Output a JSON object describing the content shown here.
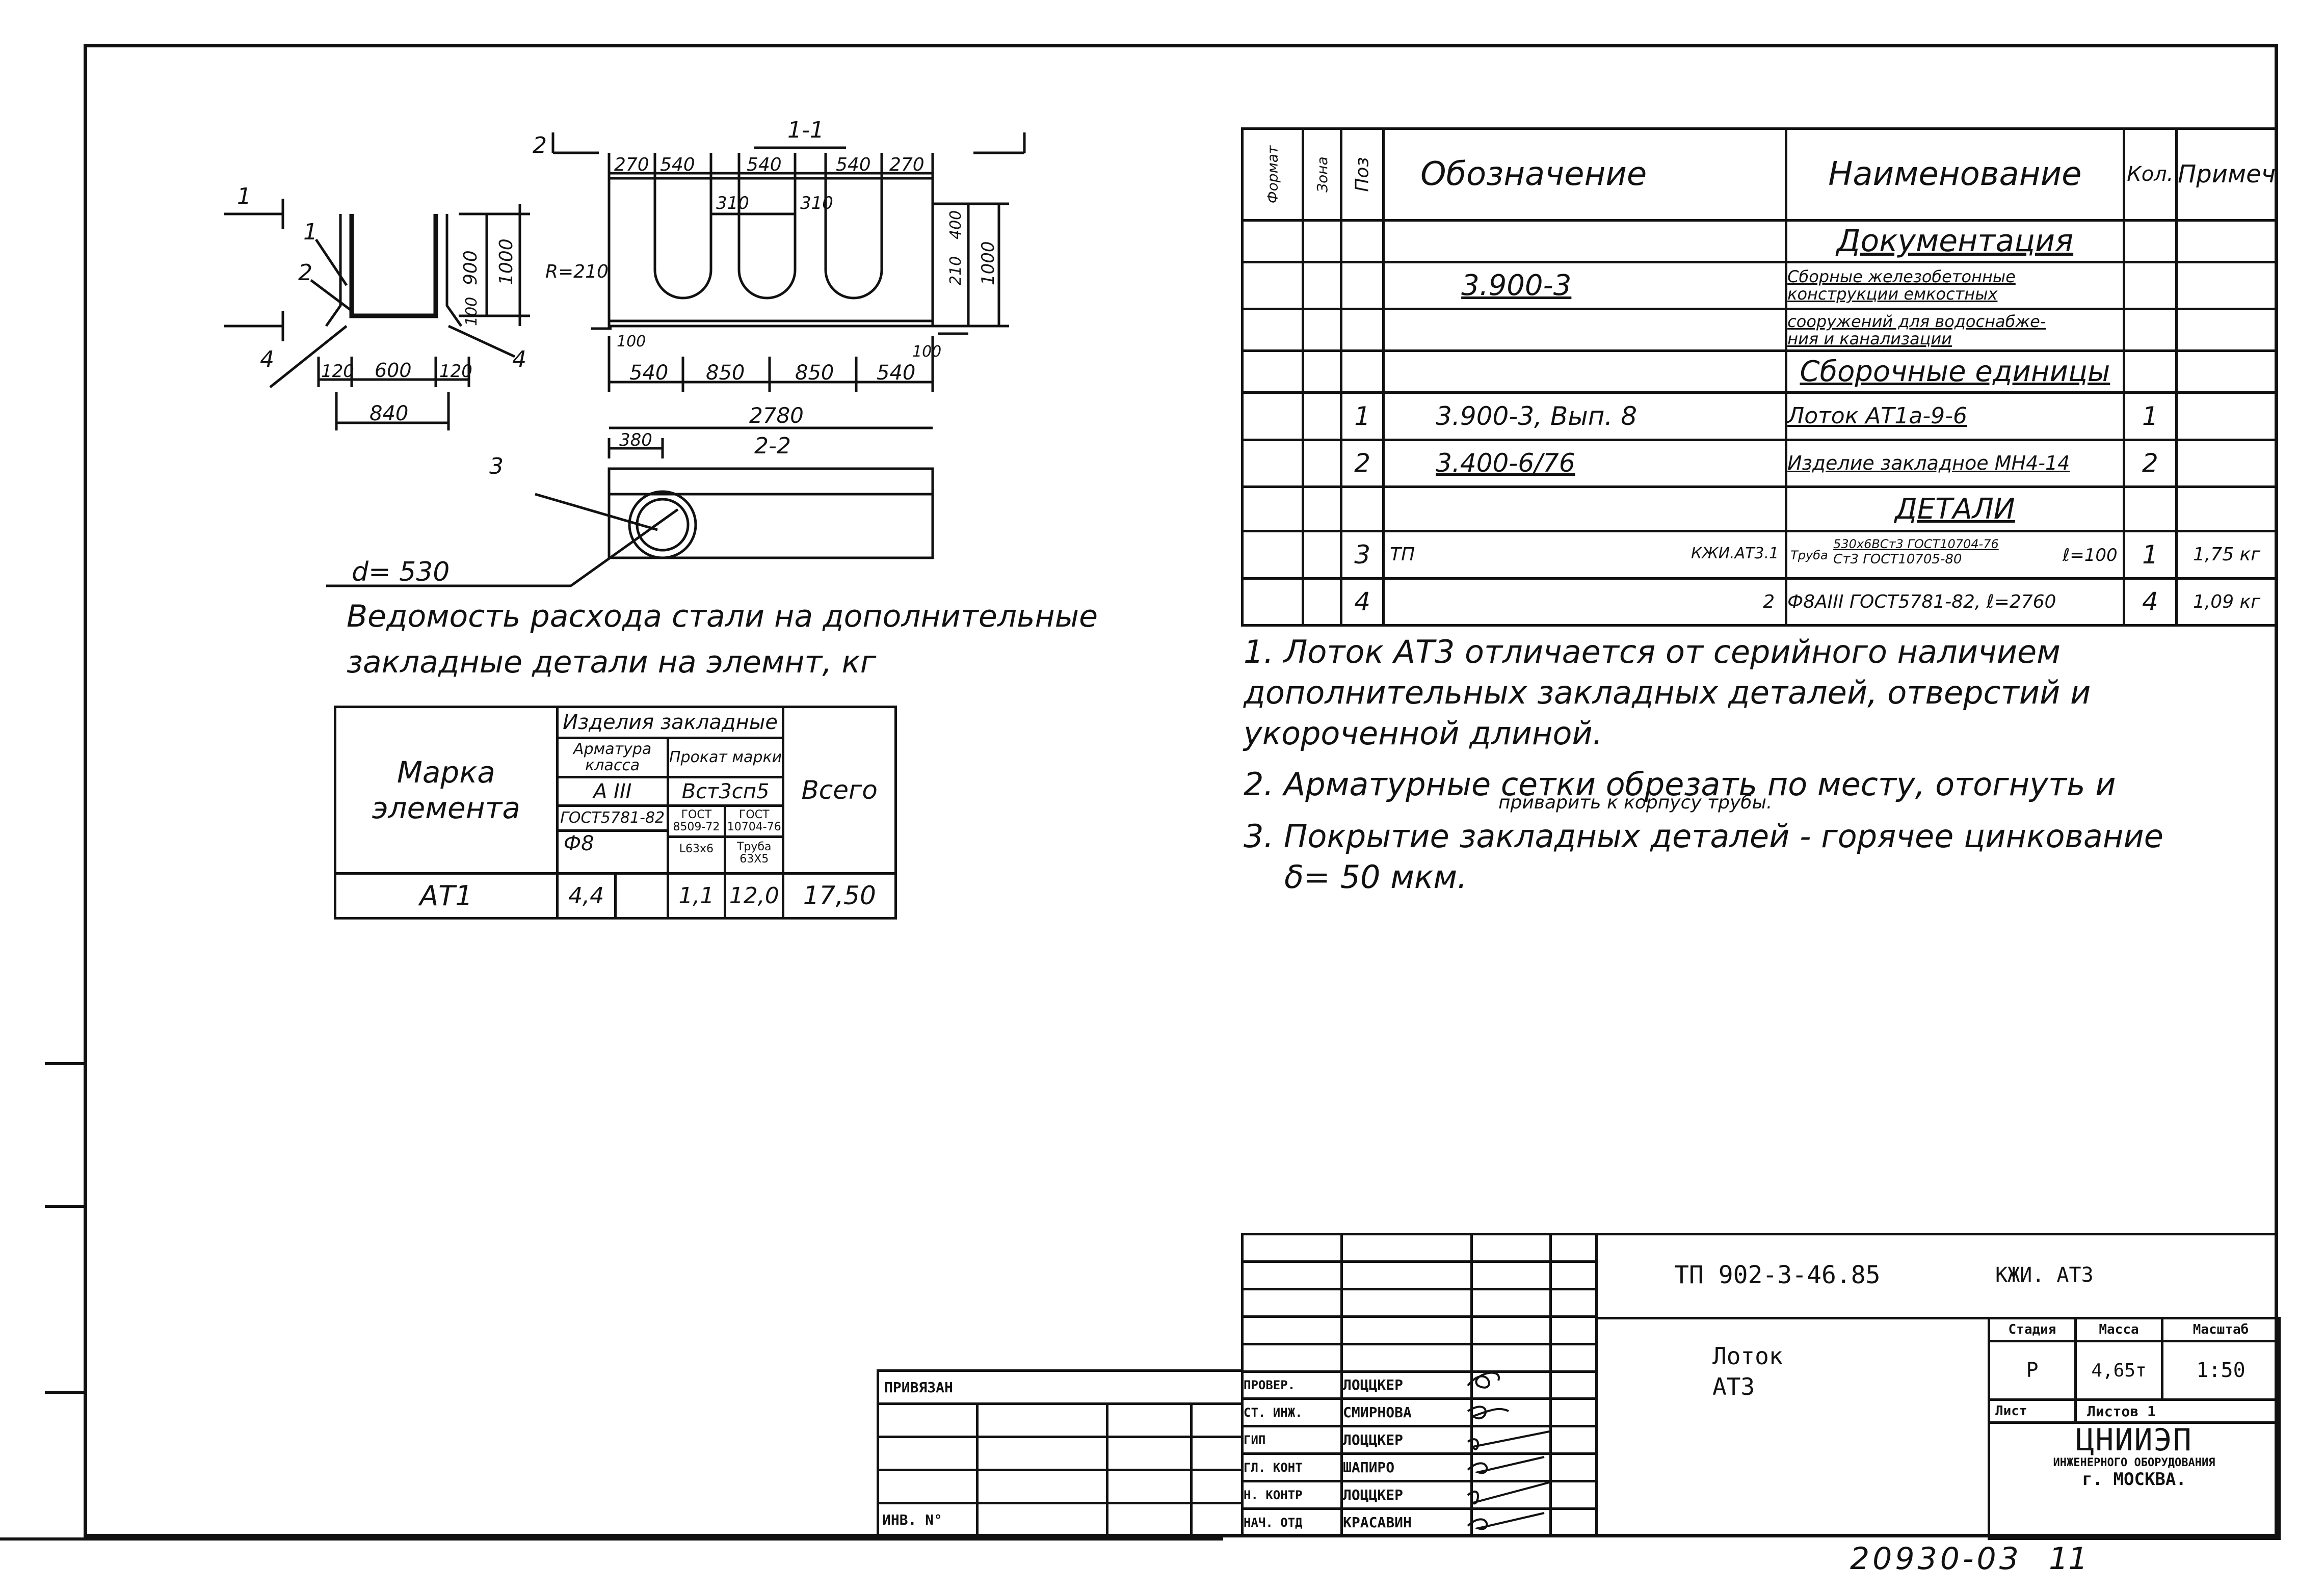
{
  "drawing": {
    "section_1_1_label": "1-1",
    "section_2_2_label": "2-2",
    "cut_mark_1": "1",
    "cut_mark_2": "2",
    "pos_1": "1",
    "pos_2": "2",
    "pos_3": "3",
    "pos_4_left": "4",
    "pos_4_right": "4",
    "dim_900": "900",
    "dim_1000": "1000",
    "dim_100": "100",
    "dim_120a": "120",
    "dim_600": "600",
    "dim_120b": "120",
    "dim_840": "840",
    "top_dims": [
      "270",
      "540",
      "540",
      "540",
      "270"
    ],
    "dim_310a": "310",
    "dim_310b": "310",
    "radius": "R=210",
    "right_dims": [
      "210",
      "400",
      "1000"
    ],
    "dim_100_left": "100",
    "dim_100_right": "100",
    "bottom_dims": [
      "540",
      "850",
      "850",
      "540"
    ],
    "dim_2780": "2780",
    "dim_380": "380",
    "diameter": "d= 530"
  },
  "steel_table": {
    "title_line1": "Ведомость расхода стали на дополнительные",
    "title_line2": "закладные детали на элемнт, кг",
    "mark_header": "Марка элемента",
    "group_header": "Изделия закладные",
    "armatura_header": "Арматура класса",
    "prokat_header": "Прокат марки",
    "class_value": "А III",
    "grade_value": "Вст3сп5",
    "gost_armatura": "ГОСТ5781-82",
    "gost_prokat_a": "ГОСТ 8509-72",
    "gost_prokat_b": "ГОСТ 10704-76",
    "diam_value": "Ф8",
    "angle_value": "L63х6",
    "pipe_value": "Труба 63Х5",
    "total_header": "Всего",
    "row_mark": "АТ1",
    "row_values": [
      "4,4",
      "",
      "1,1",
      "12,0"
    ],
    "row_total": "17,50"
  },
  "spec": {
    "headers": [
      "Формат",
      "Зона",
      "Поз",
      "Обозначение",
      "Наименование",
      "Кол.",
      "Примеч"
    ],
    "section_docs": "Документация",
    "docs_designation": "3.900-3",
    "docs_name_lines": [
      "Сборные железобетонные",
      "конструкции емкостных",
      "сооружений для водоснабже-",
      "ния и канализации"
    ],
    "section_assemblies": "Сборочные единицы",
    "rows": [
      {
        "pos": "1",
        "designation": "3.900-3, Вып. 8",
        "name": "Лоток АТ1а-9-6",
        "qty": "1",
        "note": ""
      },
      {
        "pos": "2",
        "designation": "3.400-6/76",
        "name": "Изделие закладное МН4-14",
        "qty": "2",
        "note": ""
      }
    ],
    "section_details": "ДЕТАЛИ",
    "detail_rows": [
      {
        "pos": "3",
        "designation": "ТП",
        "designation_right": "КЖИ.АТ3.1",
        "name_top": "530х6ВСт3 ГОСТ10704-76",
        "name_main": "Труба",
        "name_bottom": "Ст3 ГОСТ10705-80",
        "length": "ℓ=100",
        "qty": "1",
        "note": "1,75 кг"
      },
      {
        "pos": "4",
        "designation": "",
        "designation_right": "2",
        "name": "Ф8АIII ГОСТ5781-82, ℓ=2760",
        "qty": "4",
        "note": "1,09 кг"
      }
    ]
  },
  "notes": {
    "n1_line1": "1. Лоток АТ3 отличается от серийного наличием",
    "n1_line2": "дополнительных закладных деталей, отверстий и",
    "n1_line3": "укороченной длиной.",
    "n2_line1": "2. Арматурные сетки обрезать по месту, отогнуть и",
    "n2_line2": "приварить к корпусу трубы.",
    "n3_line1": "3. Покрытие закладных деталей - горячее цинкование",
    "n3_line2": "δ= 50 мкм."
  },
  "title_block": {
    "doc_code": "ТП 902-3-46.85",
    "doc_suffix": "КЖИ. АТ3",
    "item_name_line1": "Лоток",
    "item_name_line2": "АТ3",
    "stage_header": "Стадия",
    "mass_header": "Масса",
    "scale_header": "Масштаб",
    "stage_value": "Р",
    "mass_value": "4,65т",
    "scale_value": "1:50",
    "sheet_label": "Лист",
    "sheets_label": "Листов 1",
    "org_line1": "ЦНИИЭП",
    "org_line2": "ИНЖЕНЕРНОГО ОБОРУДОВАНИЯ",
    "org_line3": "г. МОСКВА.",
    "privyazan": "ПРИВЯЗАН",
    "inv_label": "ИНВ. N°",
    "roles": [
      "ПРОВЕР.",
      "СТ. ИНЖ.",
      "ГИП",
      "ГЛ. КОНТ",
      "Н. КОНТР",
      "НАЧ. ОТД"
    ],
    "names": [
      "ЛОЦЦКЕР",
      "СМИРНОВА",
      "ЛОЦЦКЕР",
      "ШАПИРО",
      "ЛОЦЦКЕР",
      "КРАСАВИН"
    ],
    "archive_number": "20930-03",
    "archive_sheet": "11"
  }
}
